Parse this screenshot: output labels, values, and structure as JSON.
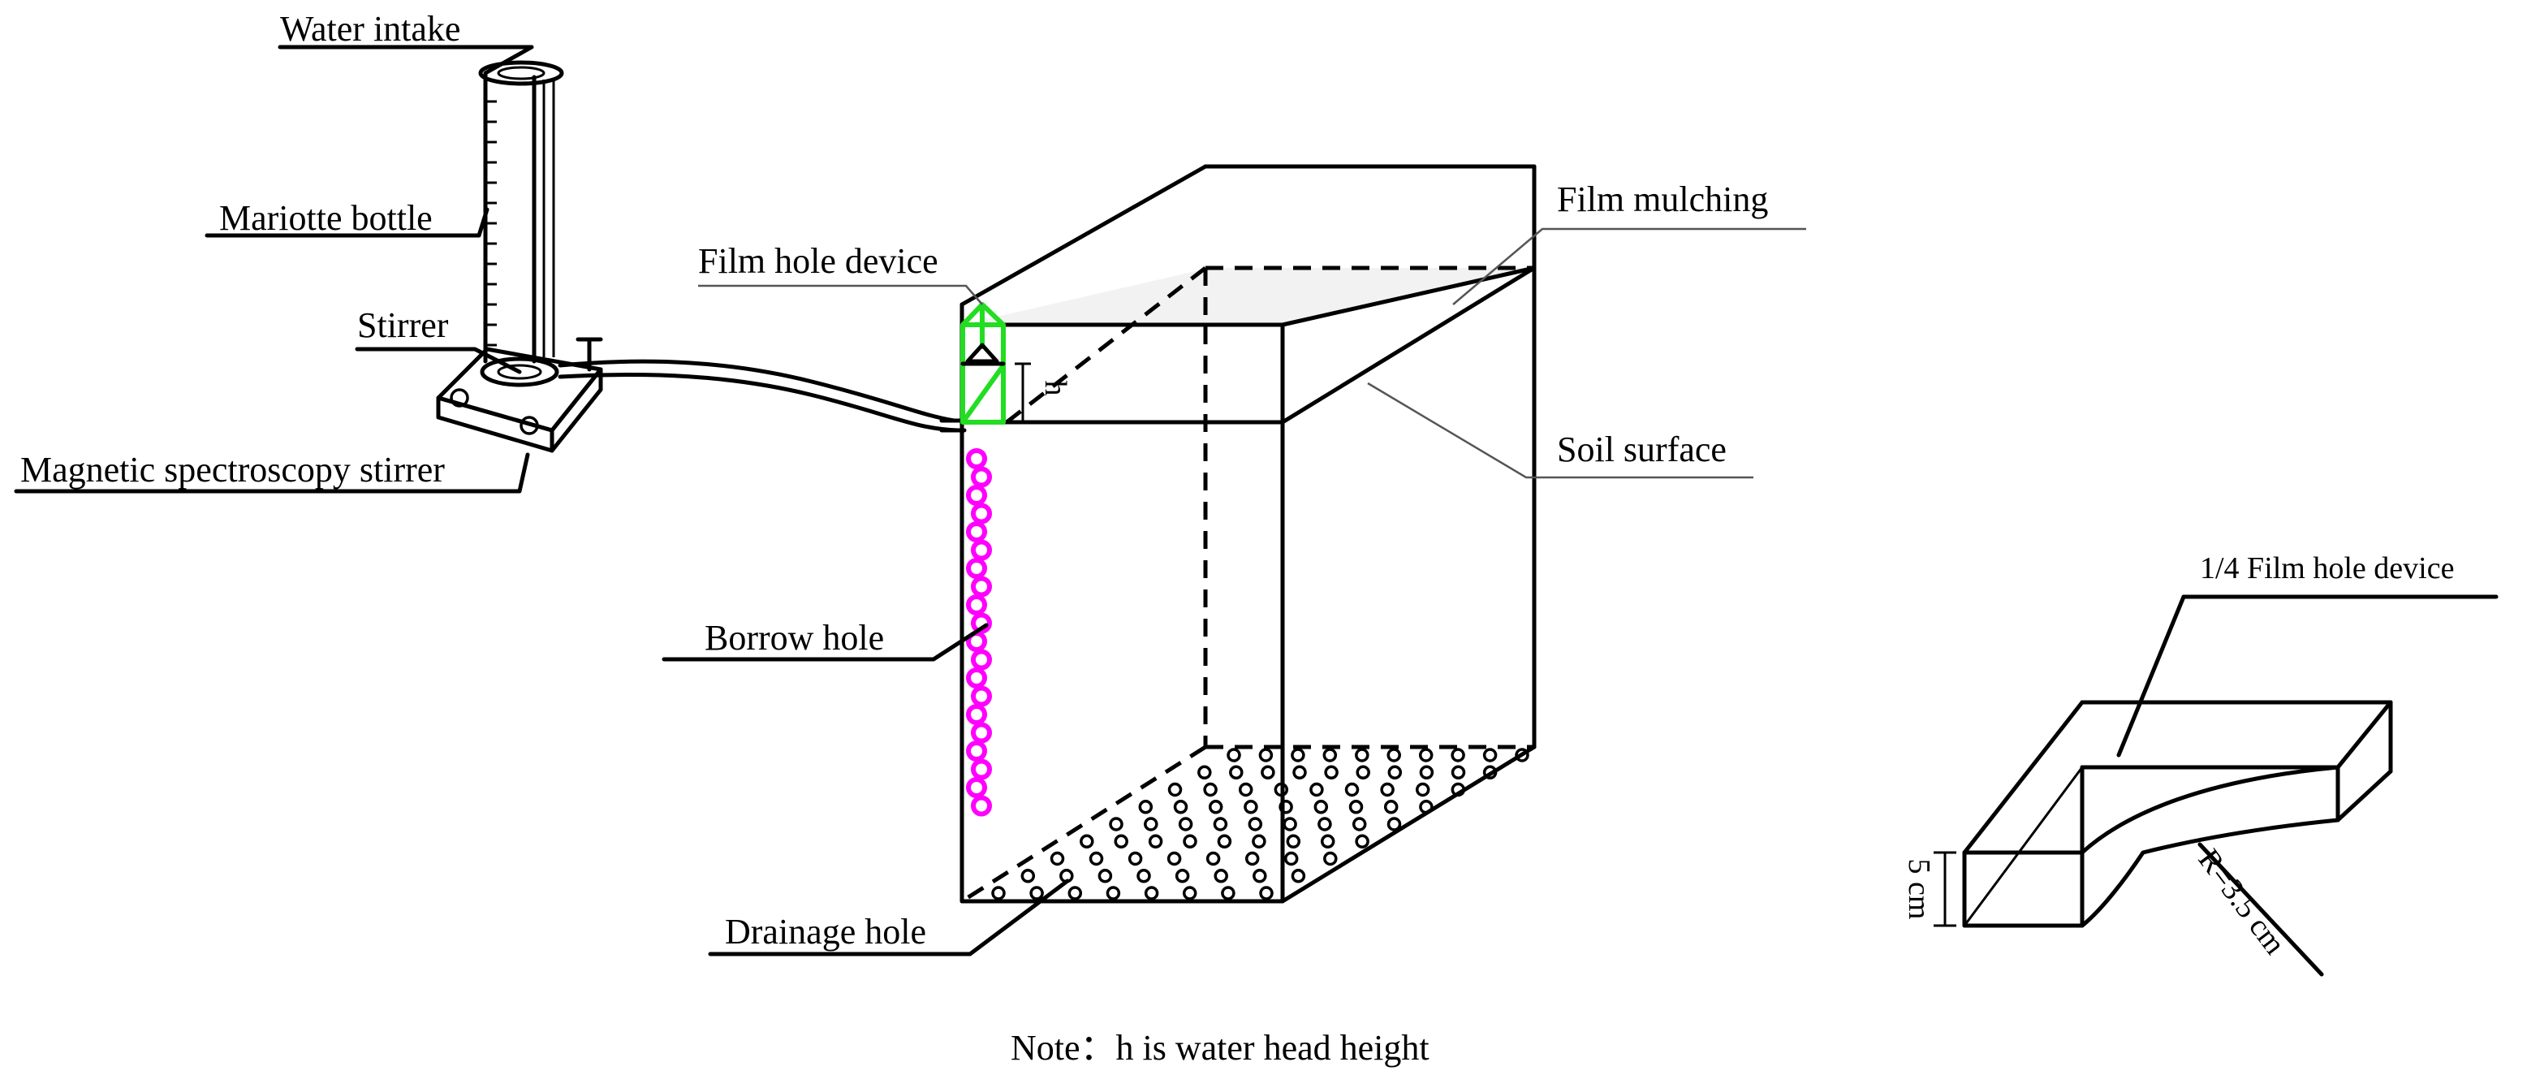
{
  "labels": {
    "water_intake": "Water intake",
    "mariotte_bottle": "Mariotte bottle",
    "stirrer": "Stirrer",
    "magnetic_stirrer": "Magnetic spectroscopy stirrer",
    "film_hole_device": "Film hole device",
    "film_mulching": "Film mulching",
    "soil_surface": "Soil surface",
    "borrow_hole": "Borrow hole",
    "drainage_hole": "Drainage hole",
    "h_symbol": "h",
    "quarter_device": "1/4  Film hole device",
    "dim_height": "5 cm",
    "dim_radius": "R=3.5 cm",
    "note": "Note：h is  water head height"
  },
  "colors": {
    "line": "#000000",
    "borrow_hole": "#ff00ff",
    "film_hole_device": "#22dd22",
    "film_surface_fill": "#f2f2f2"
  }
}
